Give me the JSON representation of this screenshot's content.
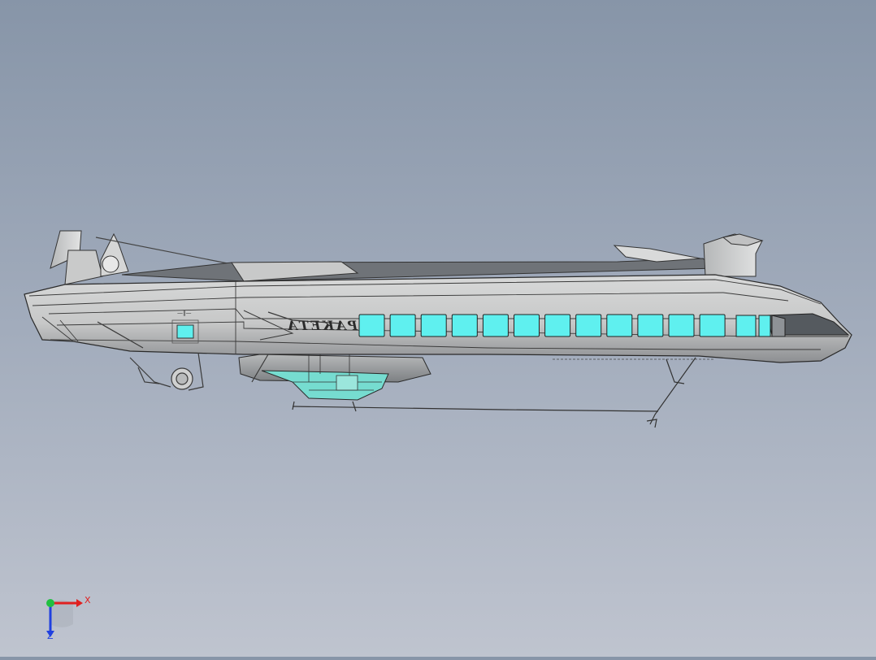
{
  "viewport": {
    "model": "hydrofoil-vessel",
    "hull_lettering": "РАКЕТА",
    "window_count": 14,
    "colors": {
      "bg_top": "#8795a8",
      "bg_bottom": "#bfc4cf",
      "hull": "#cfd0d0",
      "hull_shadow": "#8d8f92",
      "deck": "#6f7378",
      "window": "#5ff0ef",
      "glass_underside": "#76dcd0",
      "line": "#2a2a2a"
    }
  },
  "triad": {
    "x_label": "X",
    "z_label": "Z",
    "colors": {
      "x": "#e02020",
      "y": "#20c040",
      "z": "#2040e0"
    }
  }
}
